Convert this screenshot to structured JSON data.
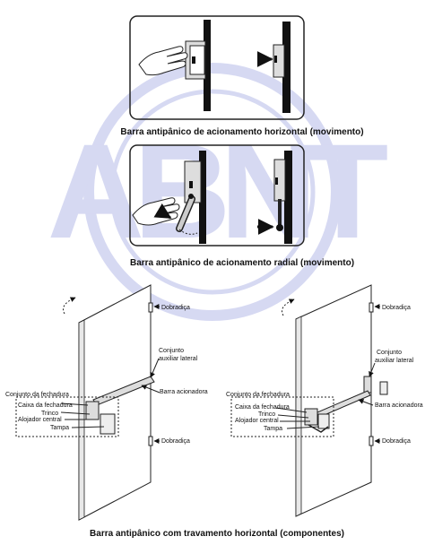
{
  "watermark": {
    "text": "ABNT",
    "color": "#4b55c8"
  },
  "captions": {
    "horizontal": "Barra antipânico de acionamento horizontal (movimento)",
    "radial": "Barra antipânico de acionamento radial (movimento)",
    "components": "Barra antipânico com travamento horizontal (componentes)"
  },
  "left_door_labels": {
    "dobradica_top": "Dobradiça",
    "conjunto_aux_1": "Conjunto",
    "conjunto_aux_2": "auxiliar lateral",
    "barra": "Barra acionadora",
    "conjunto_fech": "Conjunto da fechadura",
    "caixa": "Caixa da fechadura",
    "trinco": "Trinco",
    "alojador": "Alojador central",
    "tampa": "Tampa",
    "dobradica_bottom": "Dobradiça"
  },
  "right_door_labels": {
    "dobradica_top": "Dobradiça",
    "conjunto_aux_1": "Conjunto",
    "conjunto_aux_2": "auxiliar lateral",
    "barra": "Barra acionadora",
    "conjunto_fech": "Conjunto da fechadura",
    "caixa": "Caixa da fechadura",
    "trinco": "Trinco",
    "alojador": "Alojador central",
    "tampa": "Tampa",
    "dobradica_bottom": "Dobradiça"
  },
  "icons": [
    "hand-icon",
    "arrow-icon",
    "open-direction-arrow-icon"
  ]
}
